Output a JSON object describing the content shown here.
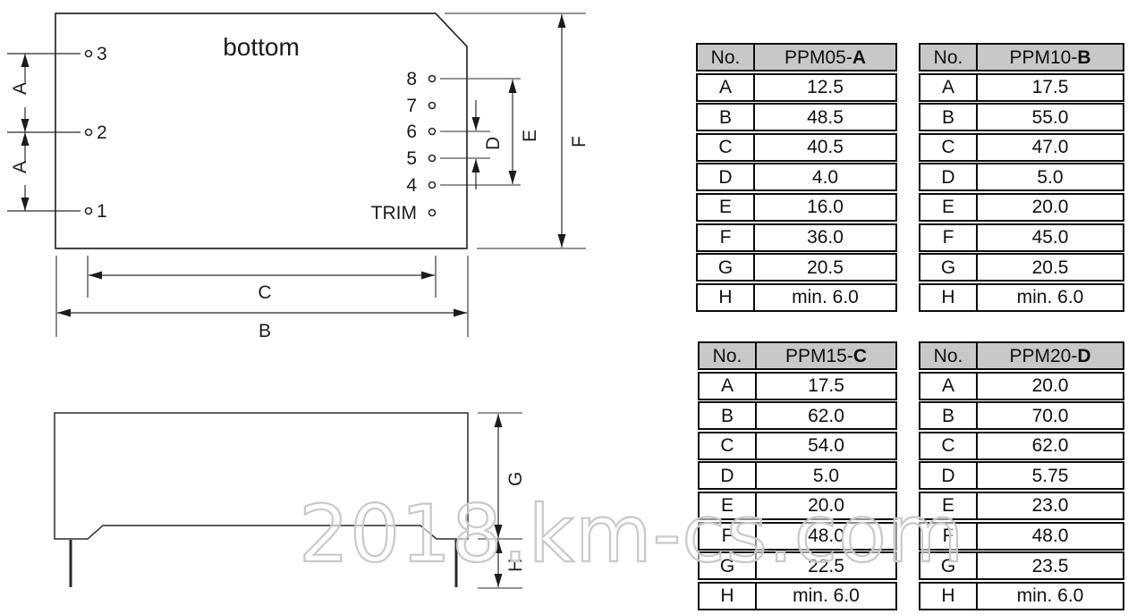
{
  "watermark": "2018.km-cs.com",
  "diagram": {
    "view_label": "bottom",
    "trim_label": "TRIM",
    "left_pins": [
      "3",
      "2",
      "1"
    ],
    "right_pins": [
      "8",
      "7",
      "6",
      "5",
      "4"
    ],
    "dim_labels": {
      "a": "A",
      "b": "B",
      "c": "C",
      "d": "D",
      "e": "E",
      "f": "F",
      "g": "G",
      "h": "H"
    }
  },
  "tables": [
    {
      "no_label": "No.",
      "model": "PPM05-",
      "variant": "A",
      "rows": [
        {
          "no": "A",
          "val": "12.5"
        },
        {
          "no": "B",
          "val": "48.5"
        },
        {
          "no": "C",
          "val": "40.5"
        },
        {
          "no": "D",
          "val": "4.0"
        },
        {
          "no": "E",
          "val": "16.0"
        },
        {
          "no": "F",
          "val": "36.0"
        },
        {
          "no": "G",
          "val": "20.5"
        },
        {
          "no": "H",
          "val": "min. 6.0"
        }
      ]
    },
    {
      "no_label": "No.",
      "model": "PPM10-",
      "variant": "B",
      "rows": [
        {
          "no": "A",
          "val": "17.5"
        },
        {
          "no": "B",
          "val": "55.0"
        },
        {
          "no": "C",
          "val": "47.0"
        },
        {
          "no": "D",
          "val": "5.0"
        },
        {
          "no": "E",
          "val": "20.0"
        },
        {
          "no": "F",
          "val": "45.0"
        },
        {
          "no": "G",
          "val": "20.5"
        },
        {
          "no": "H",
          "val": "min. 6.0"
        }
      ]
    },
    {
      "no_label": "No.",
      "model": "PPM15-",
      "variant": "C",
      "rows": [
        {
          "no": "A",
          "val": "17.5"
        },
        {
          "no": "B",
          "val": "62.0"
        },
        {
          "no": "C",
          "val": "54.0"
        },
        {
          "no": "D",
          "val": "5.0"
        },
        {
          "no": "E",
          "val": "20.0"
        },
        {
          "no": "F",
          "val": "48.0"
        },
        {
          "no": "G",
          "val": "22.5"
        },
        {
          "no": "H",
          "val": "min. 6.0"
        }
      ]
    },
    {
      "no_label": "No.",
      "model": "PPM20-",
      "variant": "D",
      "rows": [
        {
          "no": "A",
          "val": "20.0"
        },
        {
          "no": "B",
          "val": "70.0"
        },
        {
          "no": "C",
          "val": "62.0"
        },
        {
          "no": "D",
          "val": "5.75"
        },
        {
          "no": "E",
          "val": "23.0"
        },
        {
          "no": "F",
          "val": "48.0"
        },
        {
          "no": "G",
          "val": "23.5"
        },
        {
          "no": "H",
          "val": "min. 6.0"
        }
      ]
    }
  ]
}
